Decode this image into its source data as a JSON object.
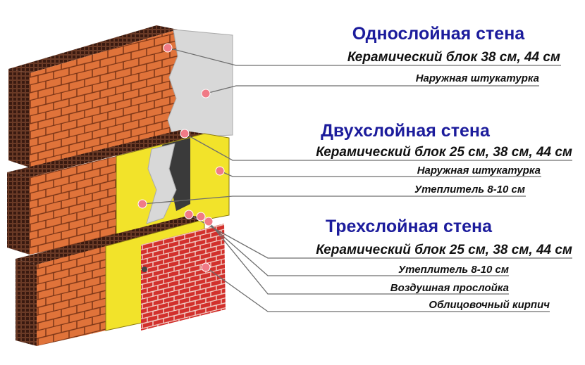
{
  "sections": [
    {
      "title": "Однослойная стена",
      "labels": [
        "Керамический блок 38 см, 44 см",
        "Наружная штукатурка"
      ]
    },
    {
      "title": "Двухслойная стена",
      "labels": [
        "Керамический блок 25 см, 38 см, 44 см",
        "Наружная штукатурка",
        "Утеплитель 8-10 см"
      ]
    },
    {
      "title": "Трехслойная стена",
      "labels": [
        "Керамический блок 25 см, 38 см, 44 см",
        "Утеплитель 8-10 см",
        "Воздушная прослойка",
        "Облицовочный кирпич"
      ]
    }
  ],
  "colors": {
    "title": "#1c1c9c",
    "ceramic_block": "#e0733a",
    "block_top": "#5a2e1c",
    "plaster": "#d8d8d8",
    "insulation": "#f2e32a",
    "facing_brick": "#d2302c"
  }
}
